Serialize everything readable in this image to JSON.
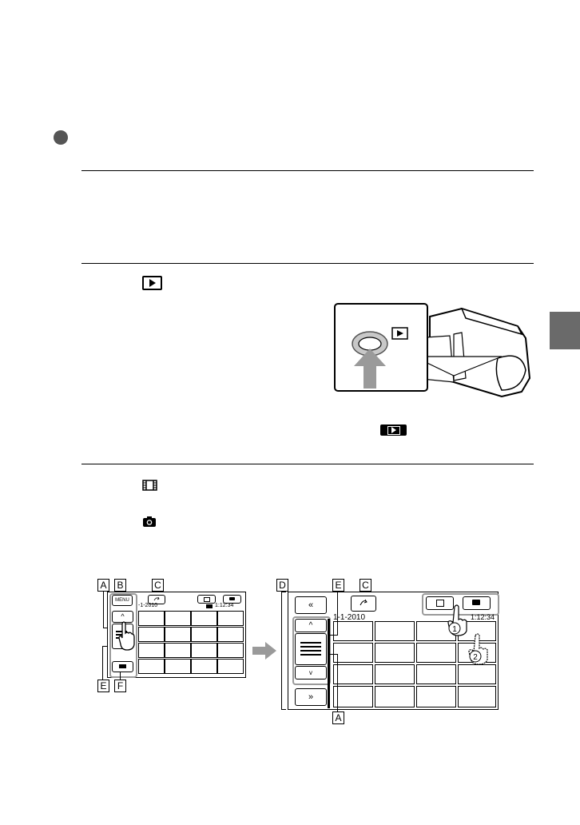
{
  "icons": {
    "bullet": "filled-circle",
    "section_tab": "section-marker",
    "play_mode": "play-icon",
    "movie": "film-icon",
    "photo": "camera-icon"
  },
  "fig1": {
    "button_symbol": "▶"
  },
  "fig2": {
    "labels": {
      "A": "A",
      "B": "B",
      "C": "C",
      "D": "D",
      "E": "E",
      "F": "F"
    },
    "left_screen": {
      "menu": "MENU",
      "date": "-1-2010",
      "counter": "1:12:34"
    },
    "right_screen": {
      "date": "1-1-2010",
      "counter": "1:12:34",
      "up_double": "«",
      "up_single": "^",
      "down_single": "v",
      "down_double": "»"
    },
    "steps": {
      "one": "1",
      "two": "2"
    }
  },
  "colors": {
    "tab_gray": "#6a6a6a",
    "arrow_gray": "#9a9a9a",
    "bullet_gray": "#555555"
  }
}
